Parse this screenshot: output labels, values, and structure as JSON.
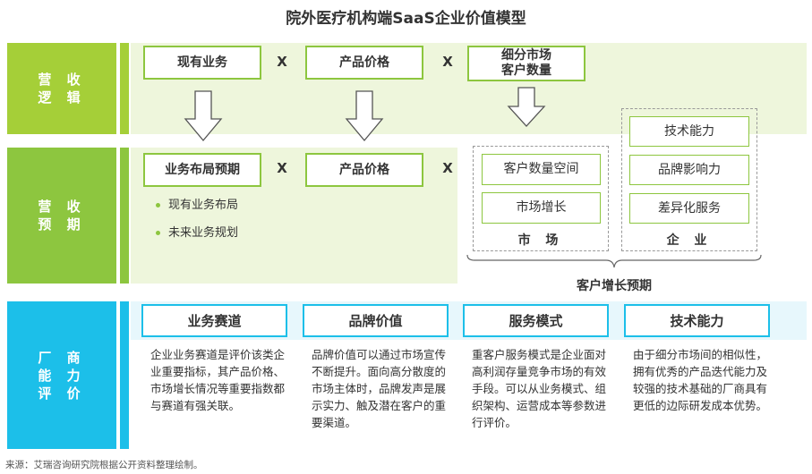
{
  "title": "院外医疗机构端SaaS企业价值模型",
  "bands": {
    "row1": "营 收\n逻 辑",
    "row2": "营 收\n预 期",
    "row3": "厂 商\n能 力\n评 价"
  },
  "row1": {
    "box1": "现有业务",
    "box2": "产品价格",
    "box3": "细分市场\n客户数量",
    "x": "X"
  },
  "row2": {
    "box1": "业务布局预期",
    "box2": "产品价格",
    "x": "X",
    "bullets": [
      "现有业务布局",
      "未来业务规划"
    ],
    "market": {
      "items": [
        "客户数量空间",
        "市场增长"
      ],
      "label": "市 场"
    },
    "enterprise": {
      "items": [
        "技术能力",
        "品牌影响力",
        "差异化服务"
      ],
      "label": "企 业"
    },
    "brace_label": "客户增长预期"
  },
  "row3": {
    "cards": [
      {
        "title": "业务赛道",
        "text": "企业业务赛道是评价该类企业重要指标，其产品价格、市场增长情况等重要指数都与赛道有强关联。"
      },
      {
        "title": "品牌价值",
        "text": "品牌价值可以通过市场宣传不断提升。面向高分散度的市场主体时，品牌发声是展示实力、触及潜在客户的重要渠道。"
      },
      {
        "title": "服务模式",
        "text": "重客户服务模式是企业面对高利润存量竞争市场的有效手段。可以从业务模式、组织架构、运营成本等参数进行评价。"
      },
      {
        "title": "技术能力",
        "text": "由于细分市场间的相似性，拥有优秀的产品迭代能力及较强的技术基础的厂商具有更低的边际研发成本优势。"
      }
    ]
  },
  "source": "来源：艾瑞咨询研究院根据公开资料整理绘制。",
  "colors": {
    "light_green": "#a5cf38",
    "green": "#8dc63f",
    "cyan": "#1cbfe9"
  }
}
